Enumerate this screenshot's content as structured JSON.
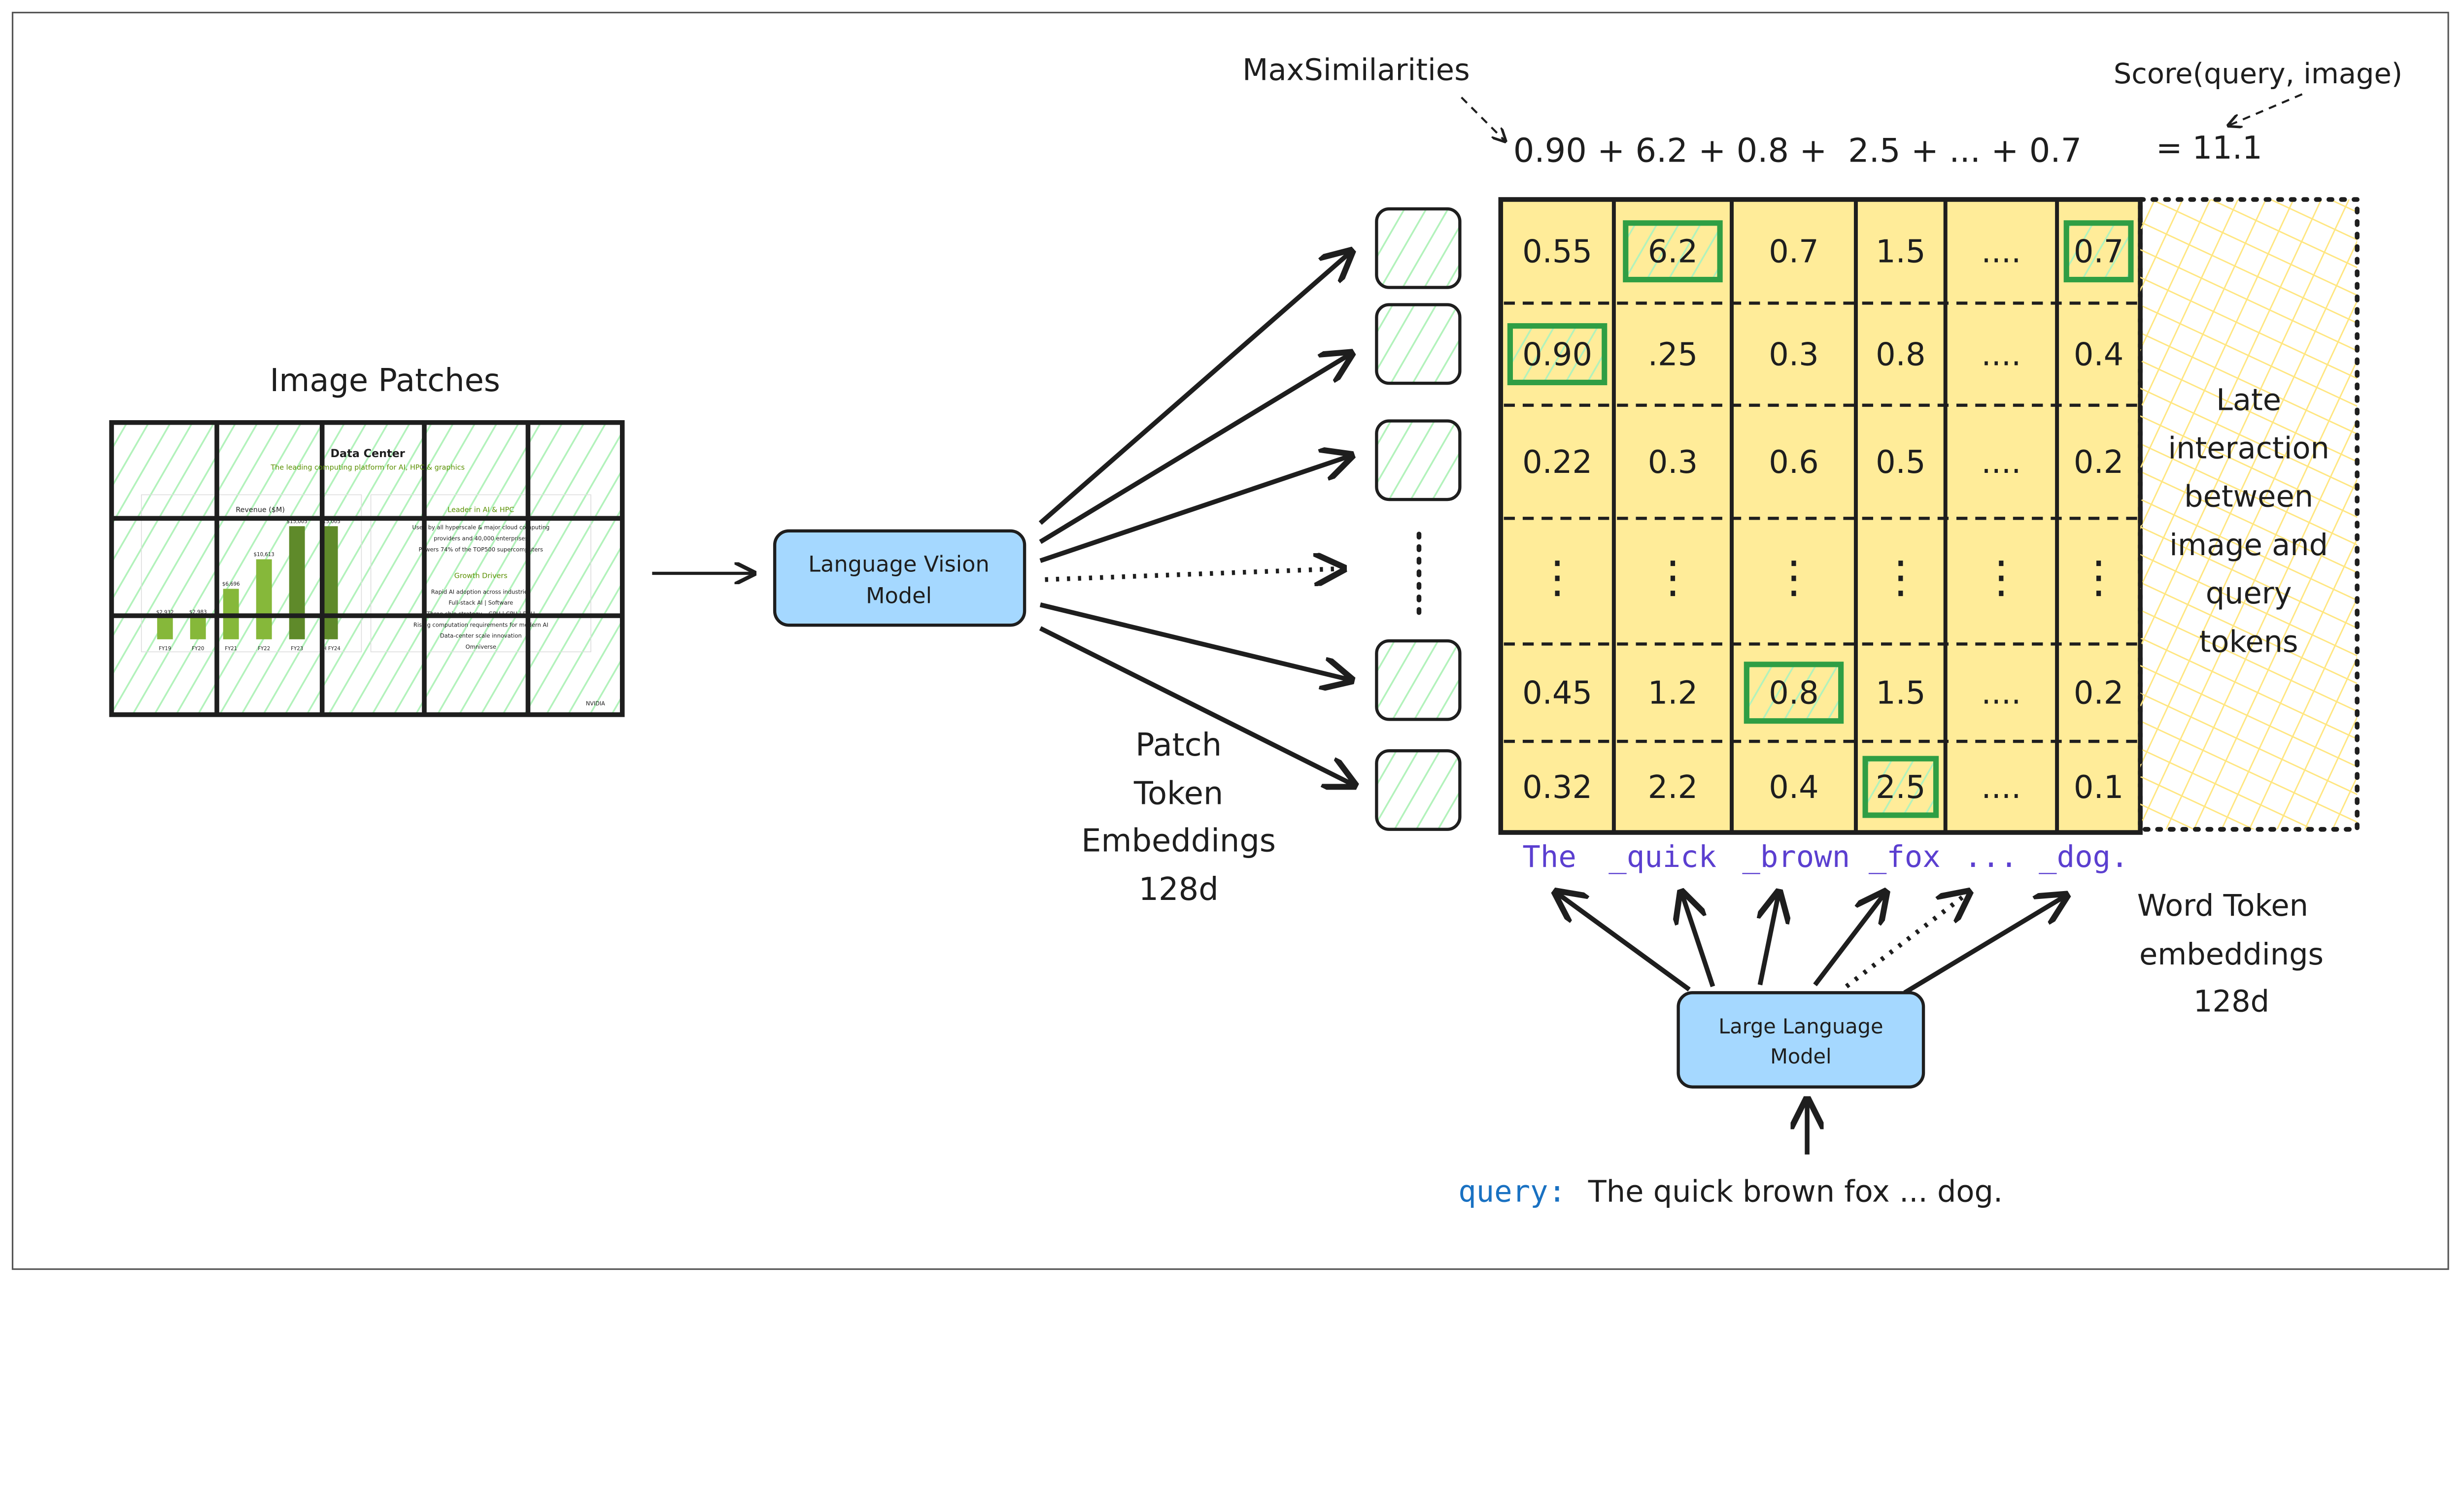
{
  "labels": {
    "image_patches": "Image Patches",
    "lvm_line1": "Language Vision",
    "lvm_line2": "Model",
    "patch_emb": [
      "Patch",
      "Token",
      "Embeddings",
      "128d"
    ],
    "max_sim": "MaxSimilarities",
    "score": "Score(query, image)",
    "equation": "0.90 + 6.2 + 0.8 +  2.5 + ... + 0.7",
    "equation_result": "= 11.1",
    "late_interaction": [
      "Late",
      "interaction",
      "between",
      "image and",
      "query",
      "tokens"
    ],
    "word_emb": [
      "Word Token",
      "embeddings",
      "128d"
    ],
    "llm_line1": "Large Language",
    "llm_line2": "Model",
    "query_label": "query:",
    "query_text": "The quick brown fox ... dog."
  },
  "tokens": [
    "The",
    "_quick",
    "_brown",
    "_fox",
    "...",
    "_dog."
  ],
  "matrix": [
    [
      {
        "v": "0.55"
      },
      {
        "v": "6.2",
        "max": true
      },
      {
        "v": "0.7"
      },
      {
        "v": "1.5"
      },
      {
        "v": "...."
      },
      {
        "v": "0.7",
        "max": true
      }
    ],
    [
      {
        "v": "0.90",
        "max": true
      },
      {
        "v": ".25"
      },
      {
        "v": "0.3"
      },
      {
        "v": "0.8"
      },
      {
        "v": "...."
      },
      {
        "v": "0.4"
      }
    ],
    [
      {
        "v": "0.22"
      },
      {
        "v": "0.3"
      },
      {
        "v": "0.6"
      },
      {
        "v": "0.5"
      },
      {
        "v": "...."
      },
      {
        "v": "0.2"
      }
    ],
    [
      {
        "v": "⋮"
      },
      {
        "v": "⋮"
      },
      {
        "v": "⋮"
      },
      {
        "v": "⋮"
      },
      {
        "v": "⋮"
      },
      {
        "v": "⋮"
      }
    ],
    [
      {
        "v": "0.45"
      },
      {
        "v": "1.2"
      },
      {
        "v": "0.8",
        "max": true
      },
      {
        "v": "1.5"
      },
      {
        "v": "...."
      },
      {
        "v": "0.2"
      }
    ],
    [
      {
        "v": "0.32"
      },
      {
        "v": "2.2"
      },
      {
        "v": "0.4"
      },
      {
        "v": "2.5",
        "max": true
      },
      {
        "v": "...."
      },
      {
        "v": "0.1"
      }
    ]
  ],
  "thumbnail": {
    "title": "Data Center",
    "subtitle": "The leading computing platform for AI, HPC & graphics",
    "chart_title": "Revenue ($M)",
    "bar_labels": [
      "$2,932",
      "$2,983",
      "$6,696",
      "$10,613",
      "$15,005",
      "$15,005"
    ],
    "x_labels": [
      "FY19",
      "FY20",
      "FY21",
      "FY22",
      "FY23",
      "1H FY24"
    ],
    "right_title1": "Leader in AI & HPC",
    "right_lines1": [
      "Used by all hyperscale & major cloud computing",
      "providers and 40,000 enterprises",
      "Powers 74% of the TOP500 supercomputers"
    ],
    "right_title2": "Growth Drivers",
    "right_lines2": [
      "Rapid AI adoption across industries",
      "Full-stack AI | Software",
      "Three chip strategy – GPU | CPU | DPU",
      "Rising computation requirements for modern AI",
      "Data-center scale innovation",
      "Omniverse"
    ],
    "logo": "NVIDIA"
  },
  "colors": {
    "cell_fill": "#ffec99",
    "max_stroke": "#2f9e44",
    "hatch_green": "#b2f2bb",
    "box_blue": "#a5d8ff",
    "token_color": "#5b3fd0",
    "query_blue": "#1971c2"
  }
}
